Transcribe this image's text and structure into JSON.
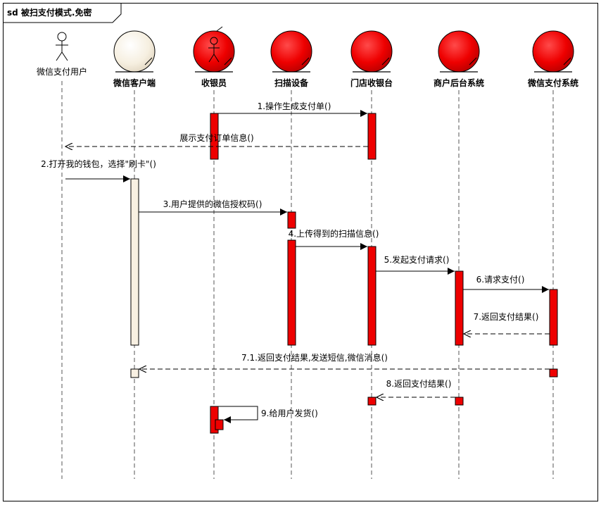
{
  "frame": {
    "title": "sd 被扫支付模式.免密"
  },
  "colors": {
    "active": "#ee0000",
    "client": "#f8f0e2",
    "line": "#000000",
    "lifeline": "#555555"
  },
  "participants": [
    {
      "id": "user",
      "kind": "actor",
      "label": "微信支付用户"
    },
    {
      "id": "client",
      "kind": "boundary",
      "label": "微信客户端"
    },
    {
      "id": "cashier",
      "kind": "actor-entity",
      "label": "收银员"
    },
    {
      "id": "scanner",
      "kind": "entity",
      "label": "扫描设备"
    },
    {
      "id": "pos",
      "kind": "entity",
      "label": "门店收银台"
    },
    {
      "id": "merchant",
      "kind": "entity",
      "label": "商户后台系统"
    },
    {
      "id": "wxpay",
      "kind": "entity",
      "label": "微信支付系统"
    }
  ],
  "messages": [
    {
      "id": "m1",
      "label": "1.操作生成支付单()",
      "from": "cashier",
      "to": "pos",
      "type": "sync"
    },
    {
      "id": "m1r",
      "label": "展示支付订单信息()",
      "from": "pos",
      "to": "user",
      "type": "return"
    },
    {
      "id": "m2",
      "label": "2.打开我的钱包，选择\"刷卡\"()",
      "from": "user",
      "to": "client",
      "type": "sync"
    },
    {
      "id": "m3",
      "label": "3.用户提供的微信授权码()",
      "from": "client",
      "to": "scanner",
      "type": "sync"
    },
    {
      "id": "m4",
      "label": "4.上传得到的扫描信息()",
      "from": "scanner",
      "to": "pos",
      "type": "sync"
    },
    {
      "id": "m5",
      "label": "5.发起支付请求()",
      "from": "pos",
      "to": "merchant",
      "type": "sync"
    },
    {
      "id": "m6",
      "label": "6.请求支付()",
      "from": "merchant",
      "to": "wxpay",
      "type": "sync"
    },
    {
      "id": "m7",
      "label": "7.返回支付结果()",
      "from": "wxpay",
      "to": "merchant",
      "type": "return"
    },
    {
      "id": "m71",
      "label": "7.1.返回支付结果,发送短信,微信消息()",
      "from": "wxpay",
      "to": "client",
      "type": "return"
    },
    {
      "id": "m8",
      "label": "8.返回支付结果()",
      "from": "merchant",
      "to": "pos",
      "type": "return"
    },
    {
      "id": "m9",
      "label": "9.给用户发货()",
      "from": "cashier",
      "to": "cashier",
      "type": "self"
    }
  ]
}
